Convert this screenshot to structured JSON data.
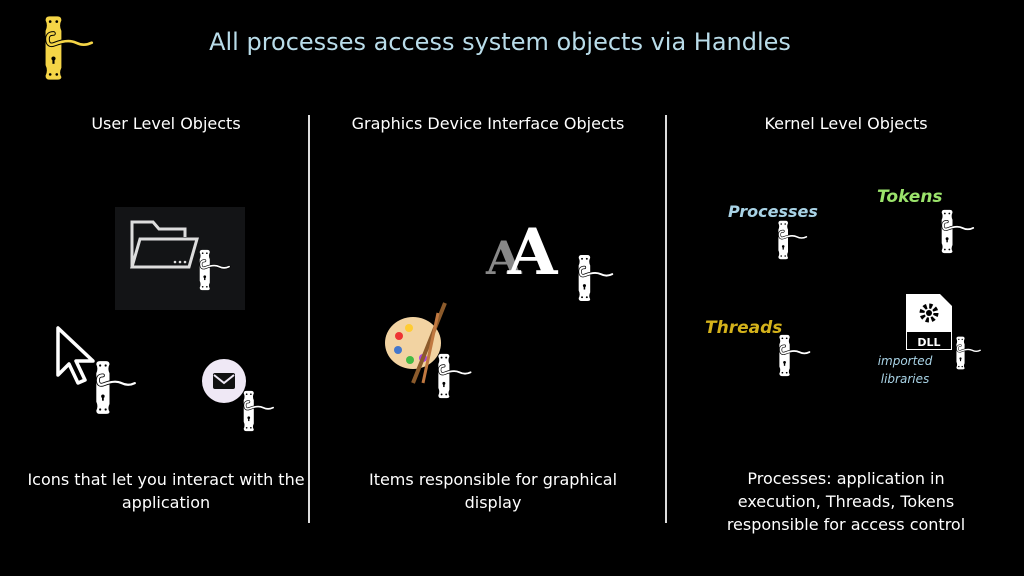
{
  "title": "All processes access system objects via Handles",
  "columns": [
    {
      "header": "User Level Objects",
      "description": "Icons that let you interact with the application"
    },
    {
      "header": "Graphics Device Interface Objects",
      "description": "Items responsible for graphical display"
    },
    {
      "header": "Kernel Level Objects",
      "description": "Processes: application in execution, Threads, Tokens responsible for access control"
    }
  ],
  "kernel_labels": {
    "processes": "Processes",
    "tokens": "Tokens",
    "threads": "Threads",
    "dll": "DLL",
    "imported": "imported libraries"
  },
  "gdi_letters": "AA",
  "colors": {
    "title": "#b9dce9",
    "logo": "#f5d547",
    "processes": "#a9d3e6",
    "tokens": "#9be36b",
    "threads": "#d4b21b"
  }
}
